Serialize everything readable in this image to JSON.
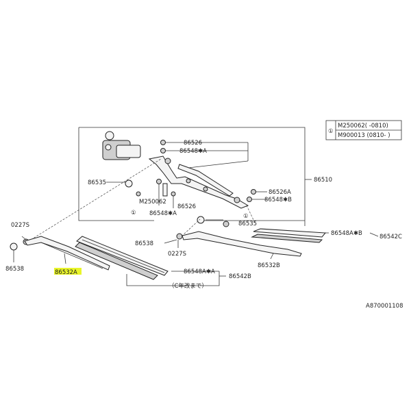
{
  "legend": {
    "marker": "①",
    "rows": [
      "M250062(  -0810)",
      "M900013 (0810-  )"
    ]
  },
  "labels": {
    "p86526_top": "86526",
    "p86548A_top": "86548✱A",
    "p86535_left": "86535",
    "p86510": "86510",
    "pM250062": "M250062",
    "p86526_mid": "86526",
    "p86548A_mid": "86548✱A",
    "marker_left": "①",
    "p86526A": "86526A",
    "p86548B": "86548✱B",
    "marker_right": "①",
    "p86535_right": "86535",
    "p0227S_left": "0227S",
    "p86538_left": "86538",
    "p86532A": "86532A",
    "p86538_mid": "86538",
    "p0227S_mid": "0227S",
    "p86548BA_B": "86548A✱B",
    "p86542C": "86542C",
    "p86532B": "86532B",
    "p86548BA_A": "86548A✱A",
    "p86542B": "86542B",
    "c_note": "（C年改まで）",
    "catalog_no": "A870001108"
  },
  "colors": {
    "highlight": "#e9f52a"
  }
}
